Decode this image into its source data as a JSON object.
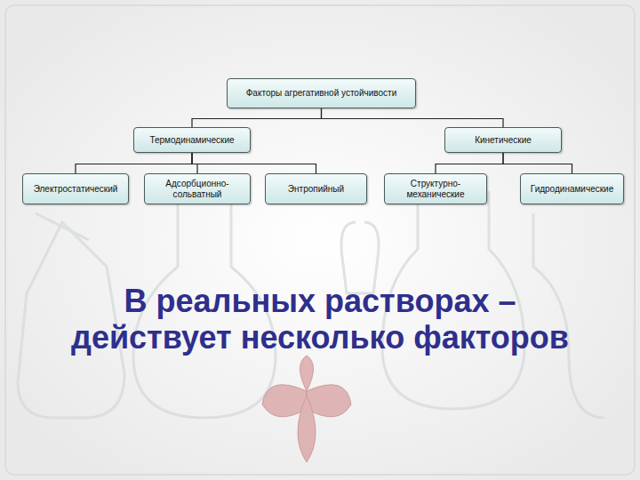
{
  "diagram": {
    "nodes": [
      {
        "text": [
          "Факторы агрегативной устойчивости"
        ]
      },
      {
        "text": [
          "Термодинамические"
        ]
      },
      {
        "text": [
          "Кинетические"
        ]
      },
      {
        "text": [
          "Электростатический"
        ]
      },
      {
        "text": [
          "Адсорбционно- сольватный"
        ]
      },
      {
        "text": [
          "Энтропийный"
        ]
      },
      {
        "text": [
          "Структурно- механические"
        ]
      },
      {
        "text": [
          "Гидродинамические"
        ]
      }
    ],
    "edges": [
      {
        "from": 0,
        "to": 1,
        "arrow": "none"
      },
      {
        "from": 0,
        "to": 2,
        "arrow": "none"
      },
      {
        "from": 1,
        "to": 3,
        "arrow": "none"
      },
      {
        "from": 1,
        "to": 4,
        "arrow": "none"
      },
      {
        "from": 1,
        "to": 5,
        "arrow": "none"
      },
      {
        "from": 2,
        "to": 6,
        "arrow": "none"
      },
      {
        "from": 2,
        "to": 7,
        "arrow": "none"
      }
    ],
    "labels": [
      "В реальных растворах – действует несколько факторов"
    ]
  }
}
